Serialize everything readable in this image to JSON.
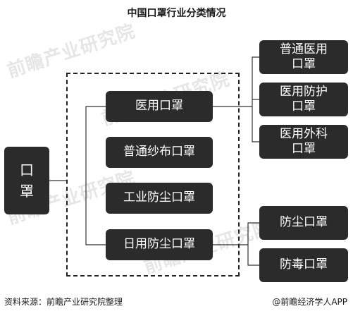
{
  "title": "中国口罩行业分类情况",
  "watermark": "前瞻产业研究院",
  "root": {
    "line1": "口",
    "line2": "罩"
  },
  "categories": [
    {
      "label": "医用口罩"
    },
    {
      "label": "普通纱布口罩"
    },
    {
      "label": "工业防尘口罩"
    },
    {
      "label": "日用防尘口罩"
    }
  ],
  "medical_children": [
    {
      "line1": "普通医用",
      "line2": "口罩"
    },
    {
      "line1": "医用防护",
      "line2": "口罩"
    },
    {
      "line1": "医用外科",
      "line2": "口罩"
    }
  ],
  "daily_children": [
    {
      "label": "防尘口罩"
    },
    {
      "label": "防毒口罩"
    }
  ],
  "footer": {
    "source": "资料来源：前瞻产业研究院整理",
    "brand": "@前瞻经济学人APP"
  },
  "colors": {
    "box": "#2b2b2b",
    "box_text": "#ffffff",
    "line": "#333333"
  }
}
